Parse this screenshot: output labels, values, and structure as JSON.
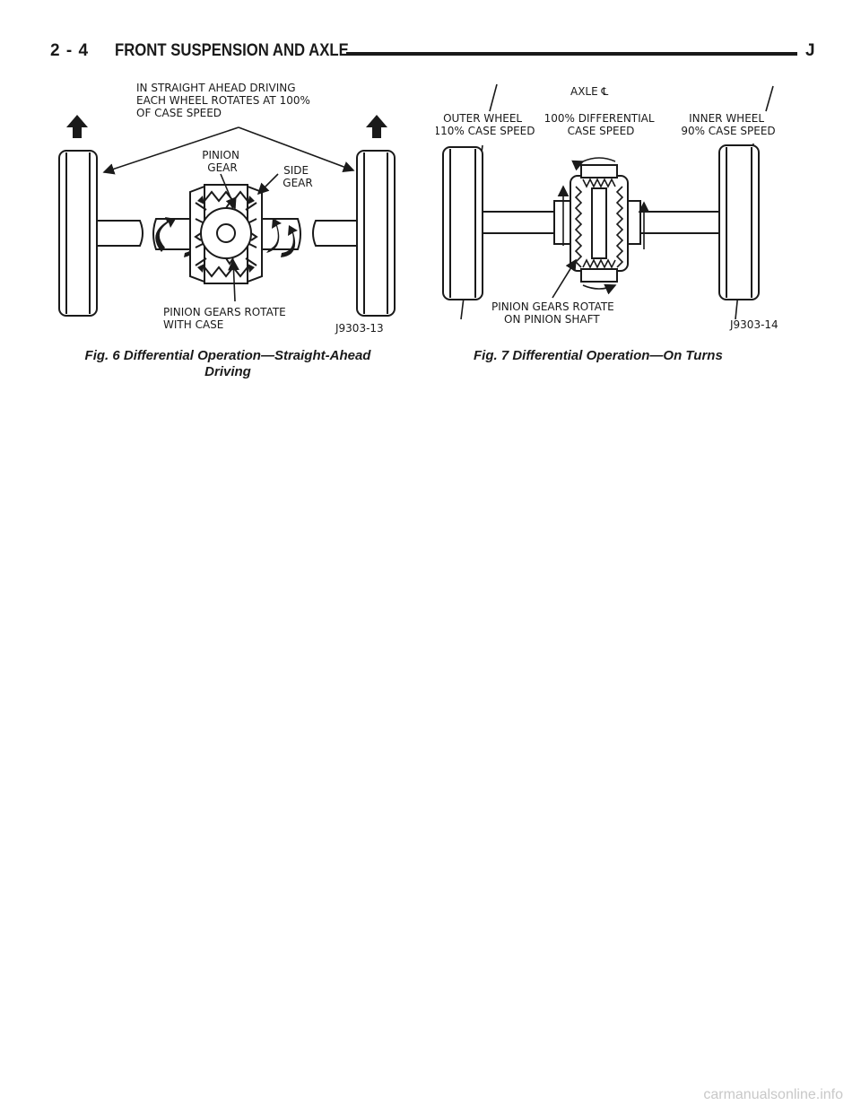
{
  "header": {
    "page_number": "2 - 4",
    "section_title": "FRONT SUSPENSION AND AXLE",
    "manual_letter": "J"
  },
  "fig6": {
    "label_straight": [
      "IN STRAIGHT AHEAD DRIVING",
      "EACH WHEEL ROTATES AT 100%",
      "OF CASE SPEED"
    ],
    "label_pinion": [
      "PINION",
      "GEAR"
    ],
    "label_side": [
      "SIDE",
      "GEAR"
    ],
    "label_rotate": [
      "PINION GEARS ROTATE",
      "WITH CASE"
    ],
    "code": "J9303-13",
    "caption": [
      "Fig. 6 Differential Operation—Straight-Ahead",
      "Driving"
    ]
  },
  "fig7": {
    "label_axle": "AXLE ℄",
    "label_outer": [
      "OUTER WHEEL",
      "110% CASE SPEED"
    ],
    "label_diff": [
      "100% DIFFERENTIAL",
      "CASE SPEED"
    ],
    "label_inner": [
      "INNER WHEEL",
      "90% CASE SPEED"
    ],
    "label_rotate": [
      "PINION GEARS ROTATE",
      "ON PINION SHAFT"
    ],
    "code": "J9303-14",
    "caption": "Fig. 7 Differential Operation—On Turns"
  },
  "watermark": "carmanualsonline.info"
}
